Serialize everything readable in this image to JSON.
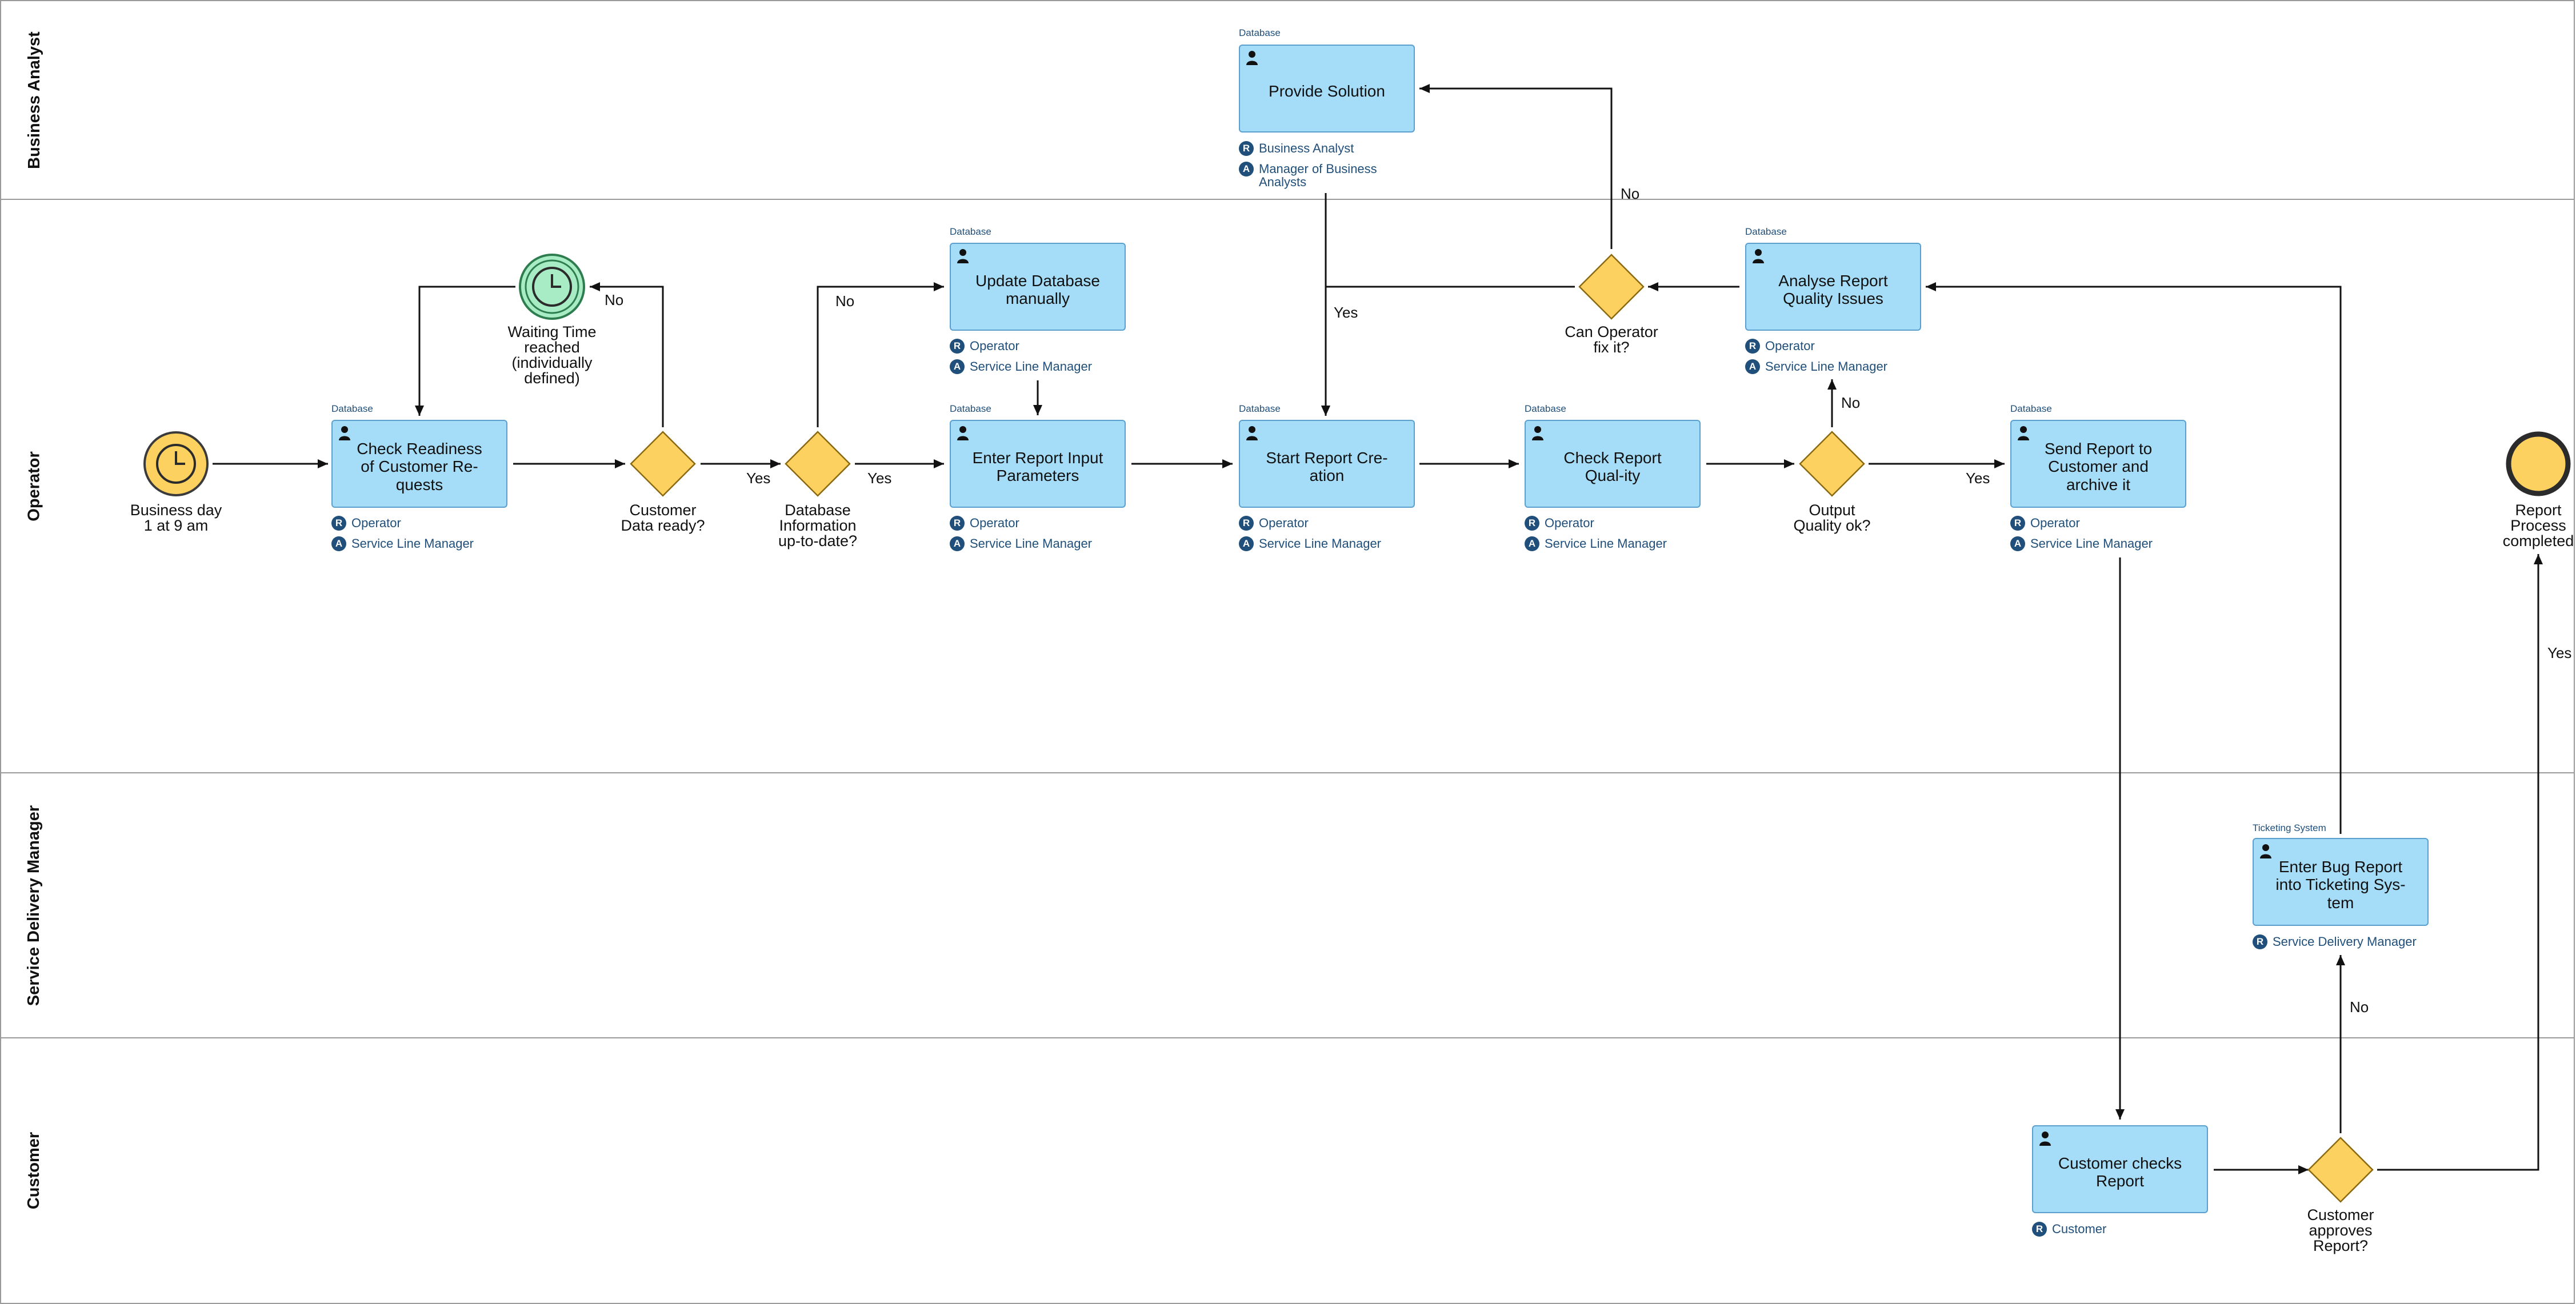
{
  "lanes": [
    {
      "label": "Business Analyst"
    },
    {
      "label": "Operator"
    },
    {
      "label": "Service Delivery Manager"
    },
    {
      "label": "Customer"
    }
  ],
  "events": {
    "start": {
      "label": "Business day\n1 at 9 am",
      "fill": "#fdd160",
      "stroke": "#3b3b3b"
    },
    "waiting": {
      "label": "Waiting Time\nreached\n(individually\ndefined)",
      "fill": "#a8ecc5",
      "stroke": "#2e7d4f"
    },
    "end": {
      "label": "Report\nProcess\ncompleted",
      "fill": "#fdd160",
      "stroke": "#2b2b2b"
    }
  },
  "tasks": {
    "provide_solution": {
      "label": "Provide Solution",
      "system": "Database",
      "roles": [
        {
          "type": "R",
          "name": "Business Analyst"
        },
        {
          "type": "A",
          "name": "Manager of Business\nAnalysts"
        }
      ]
    },
    "update_db": {
      "label": "Update Database manually",
      "system": "Database",
      "roles": [
        {
          "type": "R",
          "name": "Operator"
        },
        {
          "type": "A",
          "name": "Service Line Manager"
        }
      ]
    },
    "analyse_report": {
      "label": "Analyse Report Quality Issues",
      "system": "Database",
      "roles": [
        {
          "type": "R",
          "name": "Operator"
        },
        {
          "type": "A",
          "name": "Service Line Manager"
        }
      ]
    },
    "check_readiness": {
      "label": "Check Readiness of Customer Re-quests",
      "system": "Database",
      "roles": [
        {
          "type": "R",
          "name": "Operator"
        },
        {
          "type": "A",
          "name": "Service Line Manager"
        }
      ]
    },
    "enter_params": {
      "label": "Enter Report Input Parameters",
      "system": "Database",
      "roles": [
        {
          "type": "R",
          "name": "Operator"
        },
        {
          "type": "A",
          "name": "Service Line Manager"
        }
      ]
    },
    "start_report": {
      "label": "Start Report Cre-ation",
      "system": "Database",
      "roles": [
        {
          "type": "R",
          "name": "Operator"
        },
        {
          "type": "A",
          "name": "Service Line Manager"
        }
      ]
    },
    "check_quality": {
      "label": "Check Report Qual-ity",
      "system": "Database",
      "roles": [
        {
          "type": "R",
          "name": "Operator"
        },
        {
          "type": "A",
          "name": "Service Line Manager"
        }
      ]
    },
    "send_report": {
      "label": "Send Report to Customer and archive it",
      "system": "Database",
      "roles": [
        {
          "type": "R",
          "name": "Operator"
        },
        {
          "type": "A",
          "name": "Service Line Manager"
        }
      ]
    },
    "bug_report": {
      "label": "Enter Bug Report into Ticketing Sys-tem",
      "system": "Ticketing System",
      "roles": [
        {
          "type": "R",
          "name": "Service Delivery Manager"
        }
      ]
    },
    "customer_checks": {
      "label": "Customer checks Report",
      "system": "",
      "roles": [
        {
          "type": "R",
          "name": "Customer"
        }
      ]
    }
  },
  "gateways": {
    "customer_data_ready": {
      "label": "Customer\nData ready?"
    },
    "db_info_uptodate": {
      "label": "Database\nInformation\nup-to-date?"
    },
    "operator_fix": {
      "label": "Can Operator\nfix it?"
    },
    "output_quality": {
      "label": "Output\nQuality ok?"
    },
    "customer_approves": {
      "label": "Customer\napproves\nReport?"
    }
  },
  "flow_labels": {
    "no_waiting": "No",
    "yes_customer_data": "Yes",
    "yes_db_info": "Yes",
    "no_db_info": "No",
    "no_operator_fix": "No",
    "yes_operator_fix": "Yes",
    "no_quality": "No",
    "yes_quality": "Yes",
    "no_customer": "No",
    "yes_customer": "Yes"
  },
  "colors": {
    "task_fill": "#a5dcf7",
    "task_border": "#5b9fcf",
    "gateway_fill": "#fdd160",
    "role_badge": "#1f4f7a",
    "lane_border": "#9a9a9a"
  }
}
